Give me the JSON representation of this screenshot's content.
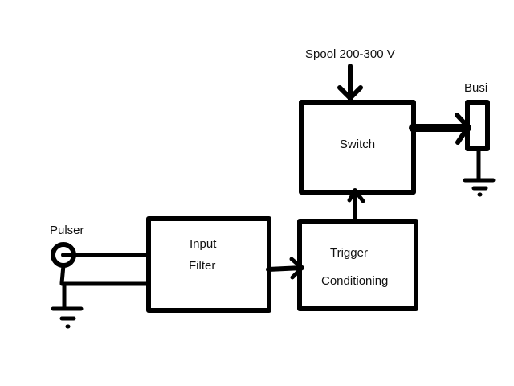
{
  "diagram": {
    "colors": {
      "stroke": "#000000",
      "background": "#ffffff",
      "text": "#111111"
    },
    "labels": {
      "supply": "Spool 200-300 V",
      "spark_plug": "Busi",
      "pulser": "Pulser"
    },
    "blocks": {
      "input_filter": {
        "line1": "Input",
        "line2": "Filter"
      },
      "trigger_conditioning": {
        "line1": "Trigger",
        "line2": "Conditioning"
      },
      "switch": {
        "line1": "Switch"
      }
    },
    "connections": [
      {
        "from": "Pulser",
        "to": "Input Filter",
        "type": "two-wire"
      },
      {
        "from": "Input Filter",
        "to": "Trigger Conditioning",
        "type": "arrow"
      },
      {
        "from": "Trigger Conditioning",
        "to": "Switch",
        "type": "arrow"
      },
      {
        "from": "Spool 200-300 V",
        "to": "Switch",
        "type": "arrow"
      },
      {
        "from": "Switch",
        "to": "Busi",
        "type": "arrow"
      },
      {
        "from": "Busi",
        "to": "ground",
        "type": "wire"
      },
      {
        "from": "Pulser",
        "to": "ground",
        "type": "wire"
      }
    ]
  }
}
